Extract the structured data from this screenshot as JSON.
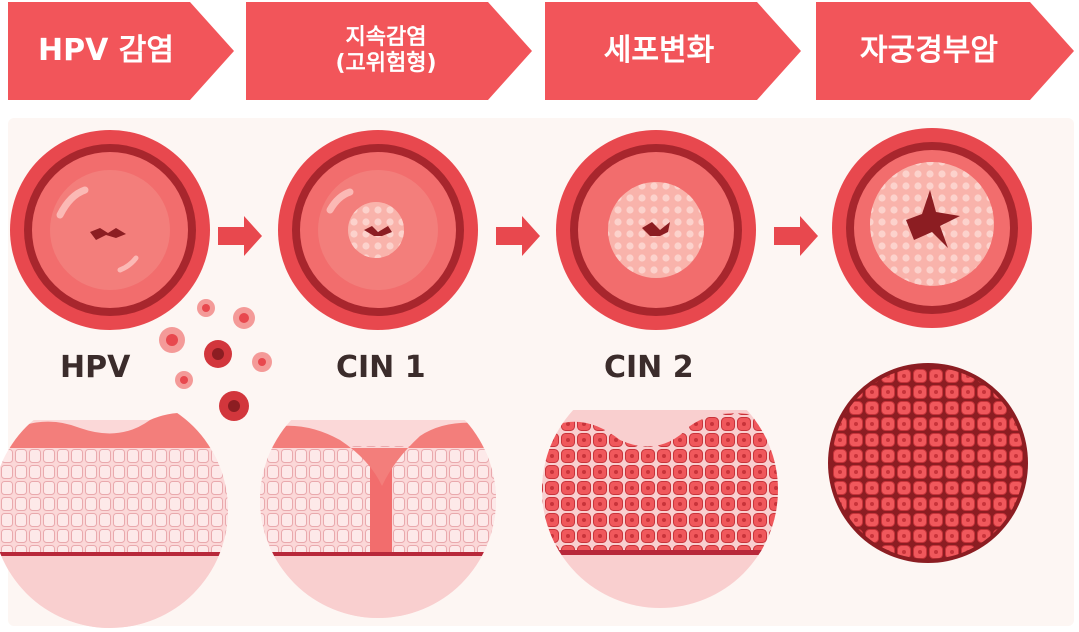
{
  "stages": [
    {
      "header": "HPV 감염",
      "label": "HPV"
    },
    {
      "header": "지속감염\n(고위험형)",
      "label": "CIN 1"
    },
    {
      "header": "세포변화",
      "label": "CIN 2"
    },
    {
      "header": "자궁경부암",
      "label": ""
    }
  ],
  "colors": {
    "header_bg": "#f2555a",
    "ring_outer": "#e8484e",
    "ring_dark": "#a8262d",
    "cervix_inner": "#f26d6d",
    "lesion": "#f9b3ab",
    "tissue_light": "#fbd8d8",
    "cell_dark": "#e8444a",
    "virus": "#d2363c"
  }
}
